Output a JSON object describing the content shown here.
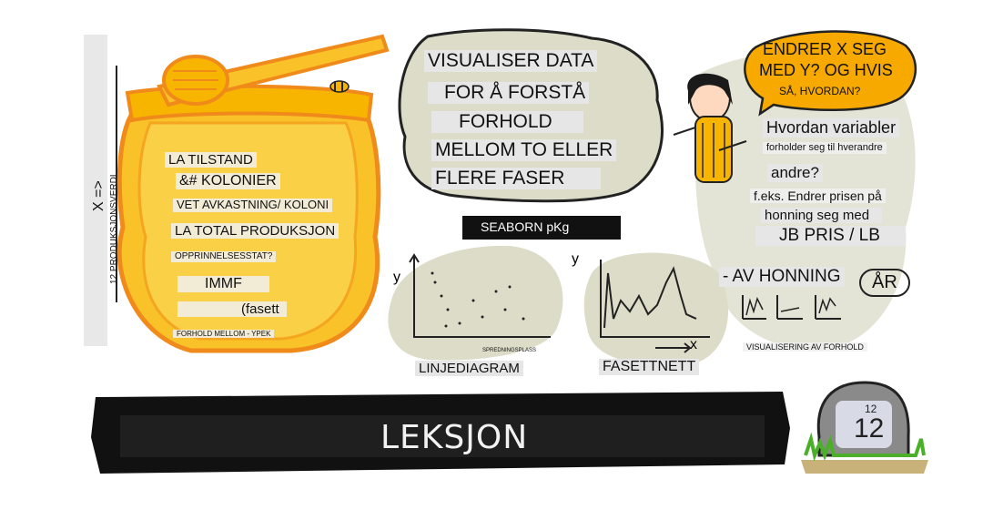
{
  "left_axis": {
    "x_label": "X =>",
    "subtitle": "12 PRODUKSJONSVERDI"
  },
  "jar": {
    "lines": [
      "LA TILSTAND",
      "&# KOLONIER",
      "VET AVKASTNING/ KOLONI",
      "LA TOTAL PRODUKSJON",
      "OPPRINNELSESSTAT?",
      "IMMF",
      "(fasett",
      "FORHOLD MELLOM - YPEK"
    ]
  },
  "cloud": {
    "lines": [
      "VISUALISER DATA",
      "FOR Å FORSTÅ",
      "FORHOLD",
      "MELLOM TO ELLER",
      "FLERE FASER"
    ]
  },
  "seaborn_label": "SEABORN pKg",
  "speech": {
    "lines": [
      "ENDRER X SEG",
      "MED Y? OG HVIS",
      "SÅ, HVORDAN?"
    ]
  },
  "right_notes": {
    "question": "Hvordan variabler",
    "small": "forholder seg til hverandre",
    "others": "andre?",
    "example_1": "f.eks. Endrer prisen på",
    "example_2": "honning seg med",
    "pris": "JB PRIS / LB",
    "av_honning": "- AV HONNING",
    "aar": "ÅR",
    "visualisering": "VISUALISERING AV FORHOLD"
  },
  "charts": {
    "scatter": {
      "y_label": "y",
      "caption_small": "SPREDNINGSPLASS",
      "caption": "LINJEDIAGRAM"
    },
    "line": {
      "y_label": "y",
      "x_label": "x",
      "caption": "FASETTNETT"
    }
  },
  "banner": {
    "title": "LEKSJON"
  },
  "badge": {
    "small": "12",
    "big": "12"
  },
  "colors": {
    "honey": "#f7b500",
    "honey_light": "#ffd23f",
    "honey_outline": "#f08a1a",
    "cloud_fill": "#dcdcc8",
    "speech_fill": "#f7a900",
    "banner": "#111111",
    "stone": "#8a8a8a",
    "grass": "#4caf2a"
  }
}
